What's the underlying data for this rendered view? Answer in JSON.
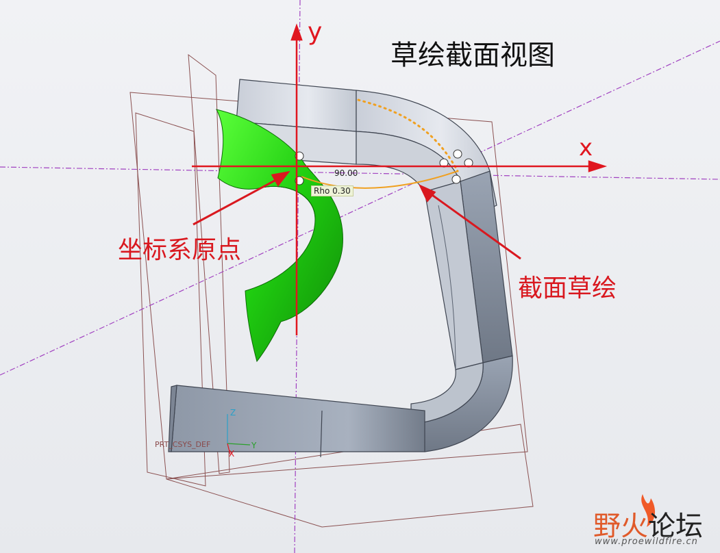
{
  "title": "草绘截面视图",
  "axes": {
    "y_label": "y",
    "x_label": "x"
  },
  "annotations": {
    "origin": "坐标系原点",
    "section_sketch": "截面草绘"
  },
  "dimensions": {
    "angle": "90.00",
    "rho": "Rho 0.30"
  },
  "csys": {
    "name": "PRT_CSYS_DEF",
    "x": "X",
    "y": "Y",
    "z": "Z"
  },
  "watermark": {
    "logo_a": "野",
    "logo_b": "火",
    "logo_c": "论坛",
    "url": "www.proewildfire.cn"
  },
  "colors": {
    "accent_red": "#e0161f",
    "green_surface": "#2ed31a",
    "part_gray": "#aab3c2",
    "sketch_orange": "#f0a020",
    "datum_purple": "#a040c0"
  }
}
